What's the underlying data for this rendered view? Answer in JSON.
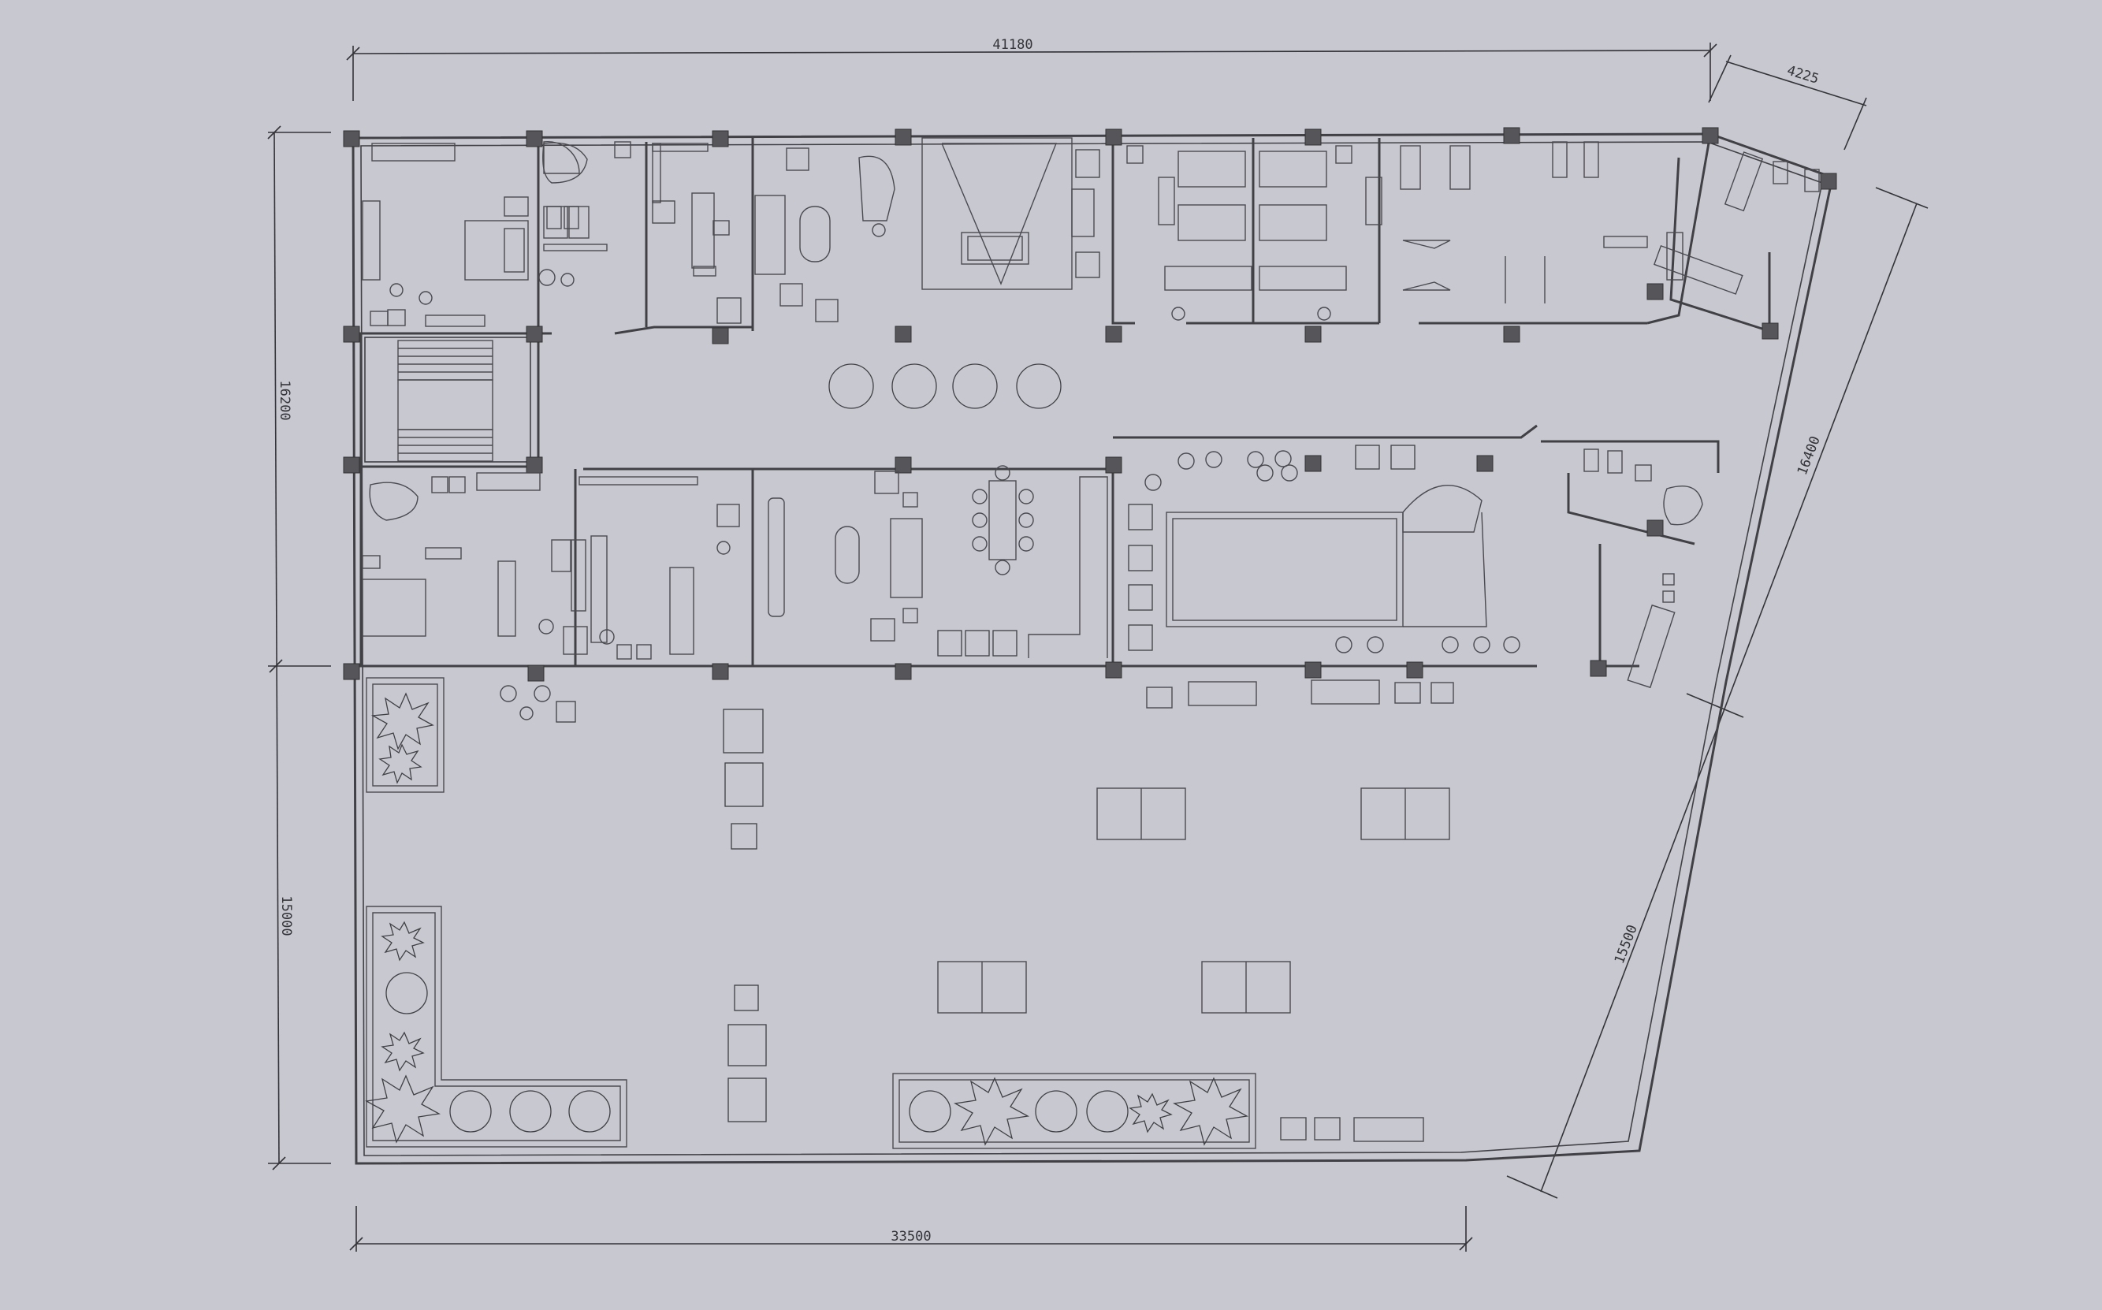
{
  "dimensions": {
    "top": "41180",
    "top_right": "4225",
    "left_upper": "16200",
    "left_lower": "15000",
    "right_upper": "16400",
    "right_lower": "15500",
    "bottom": "33500"
  },
  "colors": {
    "background": "#c8c8d1",
    "line": "#404045",
    "column": "#55555a"
  },
  "icons": [
    "column-icon",
    "tree-icon",
    "shrub-icon",
    "bed-icon",
    "sofa-icon",
    "dining-table-icon",
    "piano-icon",
    "toilet-icon",
    "bathtub-icon",
    "treadmill-icon",
    "pool-table-icon",
    "staircase-icon"
  ]
}
